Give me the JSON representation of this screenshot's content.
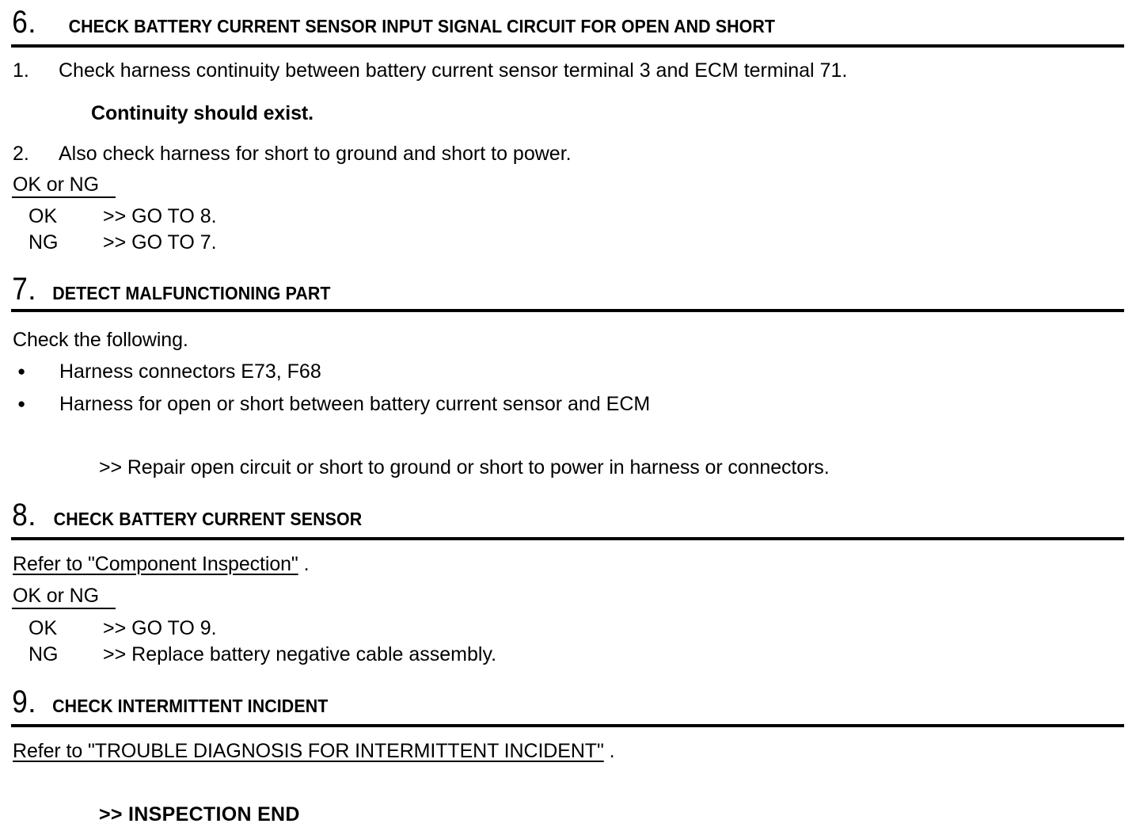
{
  "document": {
    "type": "service-manual-diagnostic-procedure",
    "steps": [
      {
        "number": "6",
        "dot": ".",
        "title": "CHECK BATTERY CURRENT SENSOR INPUT SIGNAL CIRCUIT FOR OPEN AND SHORT",
        "instructions": [
          {
            "marker": "1.",
            "text": "Check harness continuity between battery current sensor terminal 3 and ECM terminal 71."
          },
          {
            "marker": "2.",
            "text": "Also check harness for short to ground and short to power."
          }
        ],
        "spec": "Continuity should exist.",
        "judgement_label": "OK or NG",
        "results": [
          {
            "label": "OK",
            "action": ">> GO TO 8."
          },
          {
            "label": "NG",
            "action": ">> GO TO 7."
          }
        ]
      },
      {
        "number": "7",
        "dot": ".",
        "title": "DETECT MALFUNCTIONING PART",
        "lead": "Check the following.",
        "bullets": [
          "Harness connectors E73, F68",
          "Harness for open or short between battery current sensor and ECM"
        ],
        "action": ">> Repair open circuit or short to ground or short to power in harness or connectors."
      },
      {
        "number": "8",
        "dot": ".",
        "title": "CHECK BATTERY CURRENT SENSOR",
        "refer_prefix": "Refer to",
        "refer_link": "\"Component Inspection\"",
        "refer_suffix": ".",
        "judgement_label": "OK or NG",
        "results": [
          {
            "label": "OK",
            "action": ">> GO TO 9."
          },
          {
            "label": "NG",
            "action": ">> Replace battery negative cable assembly."
          }
        ]
      },
      {
        "number": "9",
        "dot": ".",
        "title": "CHECK INTERMITTENT INCIDENT",
        "refer_prefix": "Refer to",
        "refer_link": "\"TROUBLE DIAGNOSIS FOR INTERMITTENT INCIDENT\"",
        "refer_suffix": ".",
        "action": ">> INSPECTION END"
      }
    ]
  }
}
